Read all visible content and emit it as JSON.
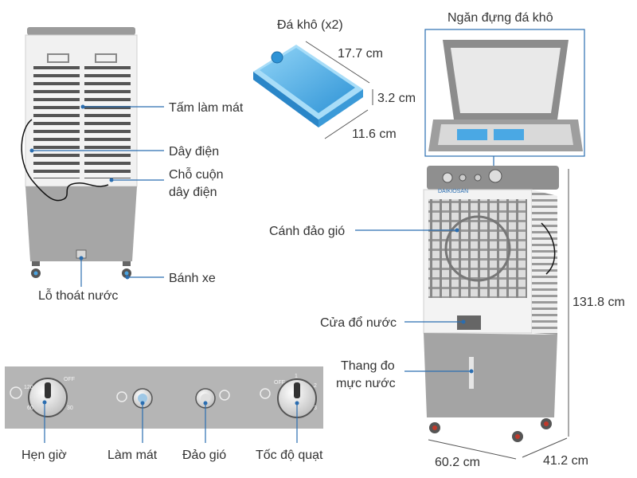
{
  "labels": {
    "cooling_pad": "Tấm làm mát",
    "power_cord": "Dây điện",
    "cord_holder_1": "Chỗ cuộn",
    "cord_holder_2": "dây điện",
    "wheels": "Bánh xe",
    "drain_hole": "Lỗ thoát nước",
    "ice_packs": "Đá khô (x2)",
    "ice_compartment": "Ngăn đựng đá khô",
    "louver": "Cánh đảo gió",
    "water_inlet": "Cửa đổ nước",
    "water_gauge_1": "Thang đo",
    "water_gauge_2": "mực nước",
    "timer": "Hẹn giờ",
    "cooling": "Làm mát",
    "swing": "Đảo gió",
    "fan_speed": "Tốc độ quạt"
  },
  "dimensions": {
    "ice_length": "17.7 cm",
    "ice_thickness": "3.2 cm",
    "ice_width": "11.6 cm",
    "height": "131.8 cm",
    "width": "60.2 cm",
    "depth": "41.2 cm"
  },
  "brand": "DAIKIOSAN",
  "panel": {
    "timer_marks": [
      "120",
      "OFF",
      "60",
      "30"
    ],
    "speed_marks": [
      "OFF",
      "1",
      "2",
      "3"
    ]
  },
  "colors": {
    "body_white": "#f2f2f2",
    "body_gray": "#a6a6a6",
    "ice_blue": "#5eb8ea",
    "leader_line": "#2a6db0",
    "panel_gray": "#b5b5b5"
  }
}
